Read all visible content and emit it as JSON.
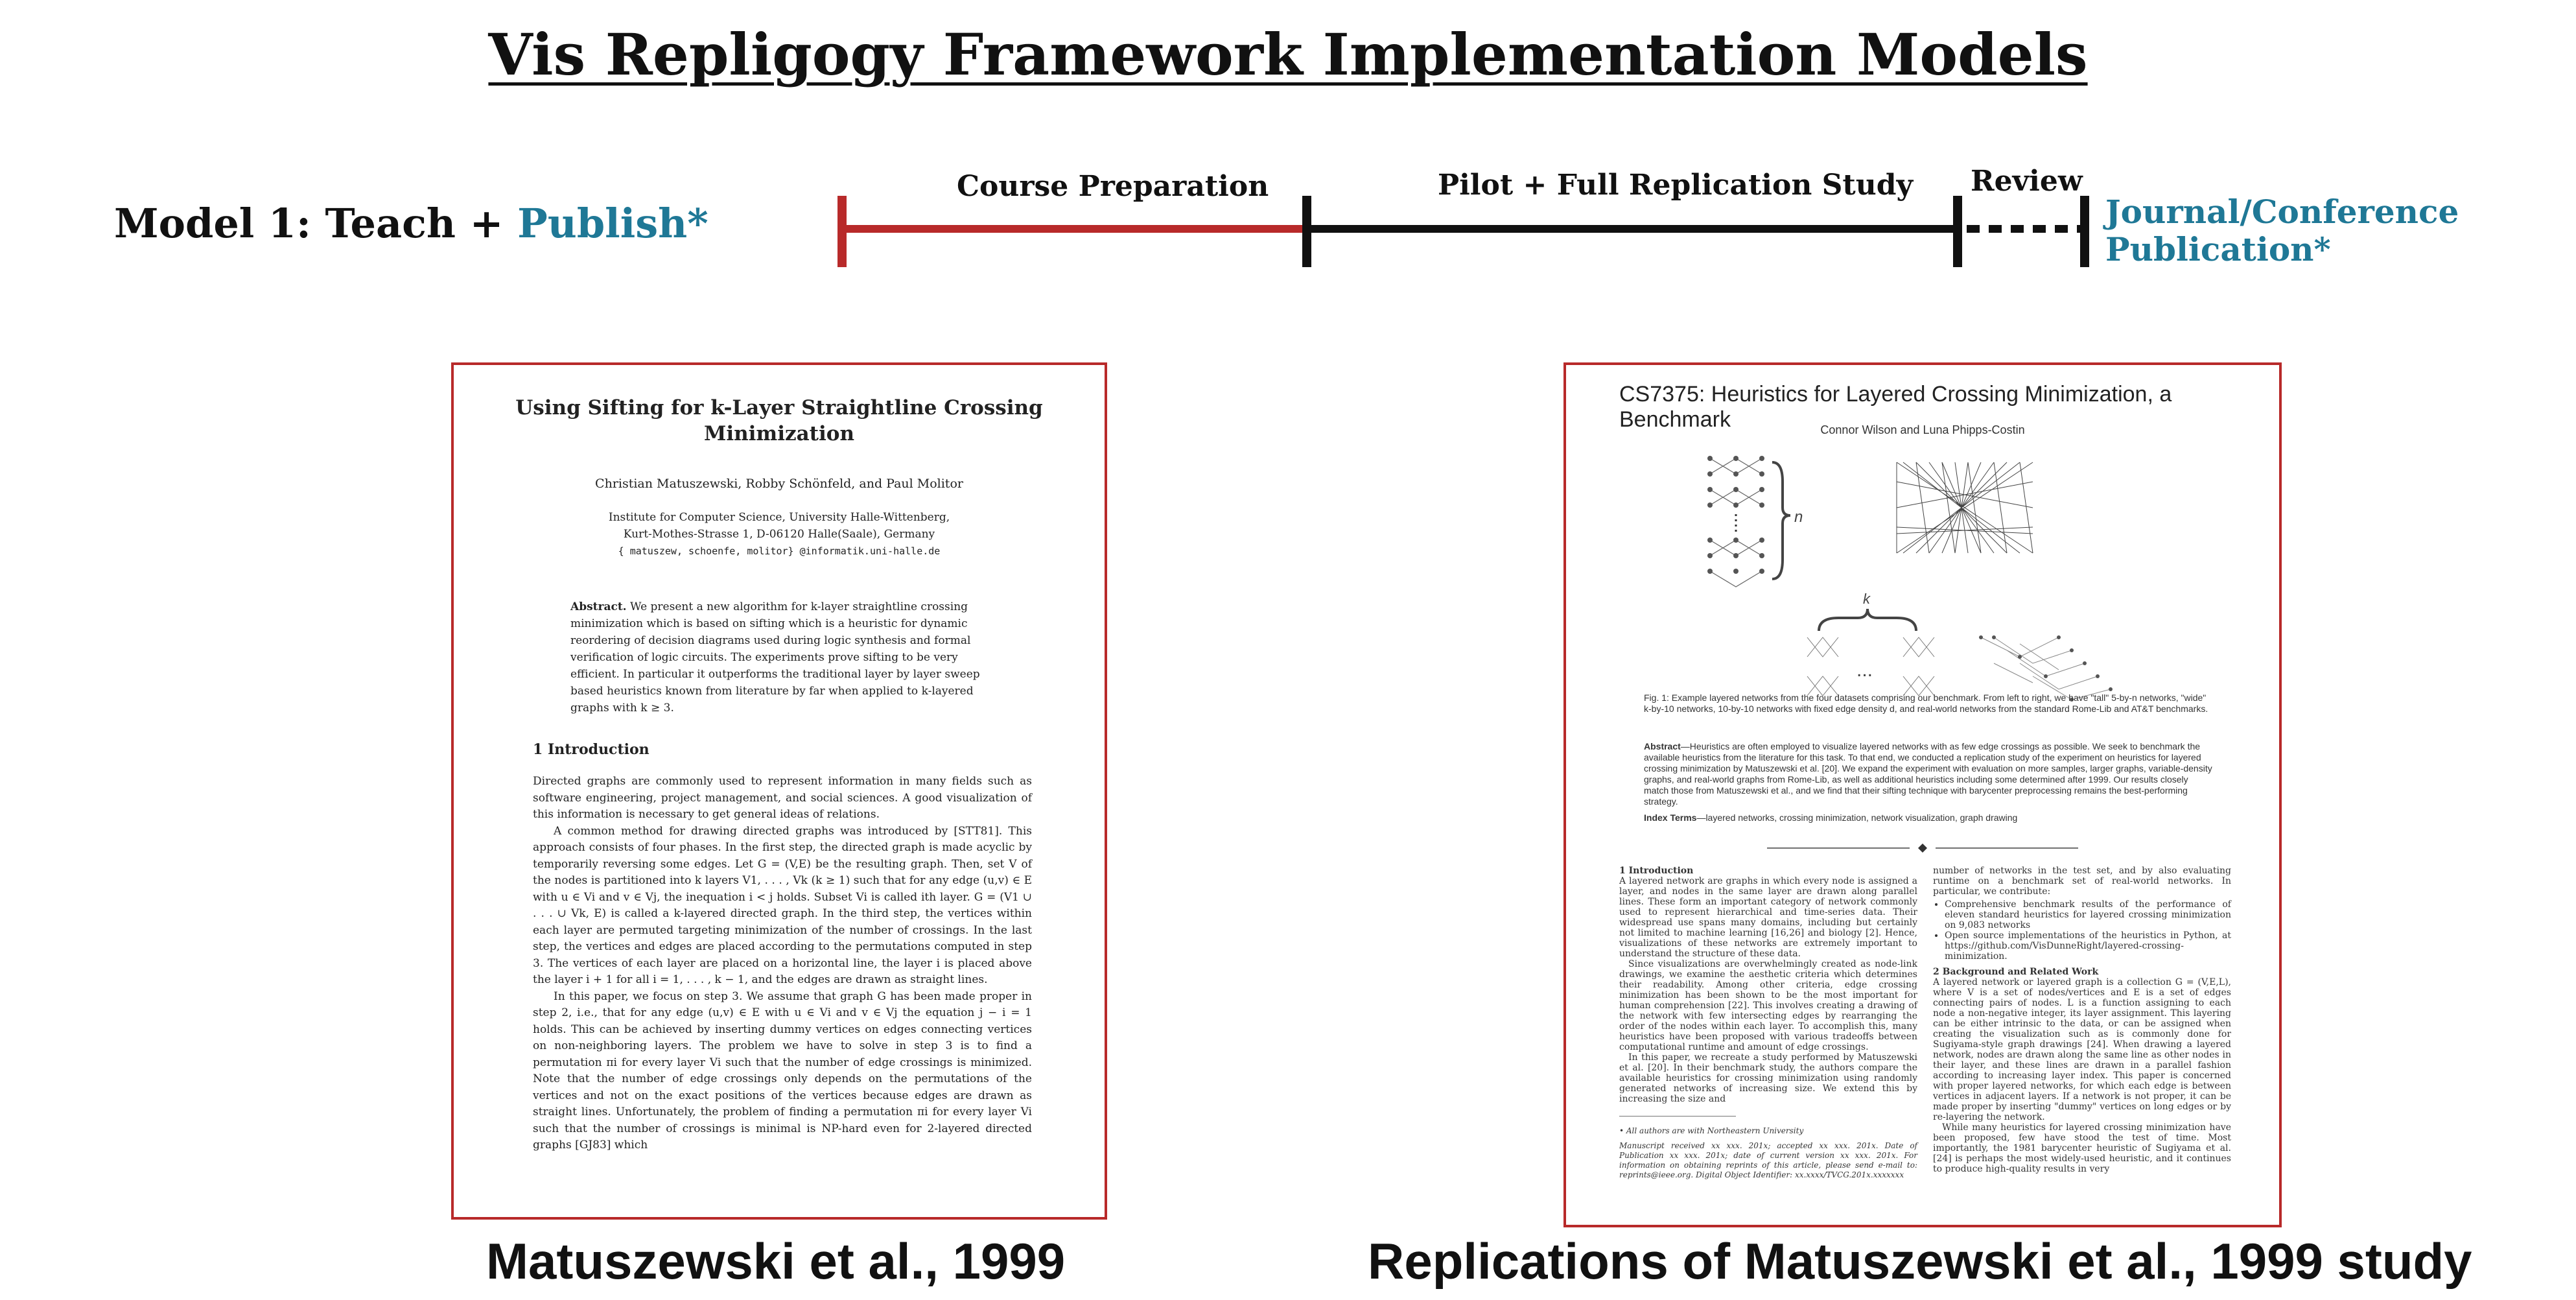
{
  "title": "Vis Repligogy Framework Implementation Models",
  "model": {
    "prefix": "Model 1: Teach + ",
    "highlight": "Publish*"
  },
  "timeline": {
    "stages": [
      "Course Preparation",
      "Pilot + Full Replication Study",
      "Review"
    ],
    "end_label_line1": "Journal/Conference",
    "end_label_line2": "Publication*"
  },
  "colors": {
    "accent": "#1f7896",
    "course_prep": "#b82a2a",
    "line": "#111111"
  },
  "doc1": {
    "title_line1": "Using Sifting for k-Layer Straightline Crossing",
    "title_line2": "Minimization",
    "authors": "Christian Matuszewski, Robby Schönfeld, and Paul Molitor",
    "inst1": "Institute for Computer Science, University Halle-Wittenberg,",
    "inst2": "Kurt-Mothes-Strasse 1, D-06120 Halle(Saale), Germany",
    "inst3": "{ matuszew, schoenfe, molitor} @informatik.uni-halle.de",
    "abstract_label": "Abstract.",
    "abstract": "We present a new algorithm for k-layer straightline crossing minimization which is based on sifting which is a heuristic for dynamic reordering of decision diagrams used during logic synthesis and formal verification of logic circuits. The experiments prove sifting to be very efficient. In particular it outperforms the traditional layer by layer sweep based heuristics known from literature by far when applied to k-layered graphs with k ≥ 3.",
    "section": "1   Introduction",
    "para1": "Directed graphs are commonly used to represent information in many fields such as software engineering, project management, and social sciences. A good visualization of this information is necessary to get general ideas of relations.",
    "para2": "A common method for drawing directed graphs was introduced by [STT81]. This approach consists of four phases. In the first step, the directed graph is made acyclic by temporarily reversing some edges. Let G = (V,E) be the resulting graph. Then, set V of the nodes is partitioned into k layers V1, . . . , Vk (k ≥ 1) such that for any edge (u,v) ∈ E with u ∈ Vi and v ∈ Vj, the inequation i < j holds. Subset Vi is called ith layer. G = (V1 ∪ . . . ∪ Vk, E) is called a k-layered directed graph. In the third step, the vertices within each layer are permuted targeting minimization of the number of crossings. In the last step, the vertices and edges are placed according to the permutations computed in step 3. The vertices of each layer are placed on a horizontal line, the layer i is placed above the layer i + 1 for all i = 1, . . . , k − 1, and the edges are drawn as straight lines.",
    "para3": "In this paper, we focus on step 3. We assume that graph G has been made proper in step 2, i.e., that for any edge (u,v) ∈ E with u ∈ Vi and v ∈ Vj the equation j − i = 1 holds. This can be achieved by inserting dummy vertices on edges connecting vertices on non-neighboring layers. The problem we have to solve in step 3 is to find a permutation πi for every layer Vi such that the number of edge crossings is minimized. Note that the number of edge crossings only depends on the permutations of the vertices and not on the exact positions of the vertices because edges are drawn as straight lines. Unfortunately, the problem of finding a permutation πi for every layer Vi such that the number of crossings is minimal is NP-hard even for 2-layered directed graphs [GJ83] which"
  },
  "doc2": {
    "title": "CS7375: Heuristics for Layered Crossing Minimization, a Benchmark",
    "authors": "Connor Wilson and Luna Phipps-Costin",
    "fig_n": "n",
    "fig_k": "k",
    "fig_dots": "...",
    "figcaption": "Fig. 1: Example layered networks from the four datasets comprising our benchmark. From left to right, we have \"tall\" 5-by-n networks, \"wide\" k-by-10 networks, 10-by-10 networks with fixed edge density d, and real-world networks from the standard Rome-Lib and AT&T benchmarks.",
    "abstract_label": "Abstract",
    "abstract": "—Heuristics are often employed to visualize layered networks with as few edge crossings as possible. We seek to benchmark the available heuristics from the literature for this task. To that end, we conducted a replication study of the experiment on heuristics for layered crossing minimization by Matuszewski et al. [20]. We expand the experiment with evaluation on more samples, larger graphs, variable-density graphs, and real-world graphs from Rome-Lib, as well as additional heuristics including some determined after 1999. Our results closely match those from Matuszewski et al., and we find that their sifting technique with barycenter preprocessing remains the best-performing strategy.",
    "index_label": "Index Terms",
    "index": "—layered networks, crossing minimization, network visualization, graph drawing",
    "sec1": "1   Introduction",
    "col1a": "A layered network are graphs in which every node is assigned a layer, and nodes in the same layer are drawn along parallel lines. These form an important category of network commonly used to represent hierarchical and time-series data. Their widespread use spans many domains, including but certainly not limited to machine learning [16,26] and biology [2]. Hence, visualizations of these networks are extremely important to understand the structure of these data.",
    "col1b": "Since visualizations are overwhelmingly created as node-link drawings, we examine the aesthetic criteria which determines their readability. Among other criteria, edge crossing minimization has been shown to be the most important for human comprehension [22]. This involves creating a drawing of the network with few intersecting edges by rearranging the order of the nodes within each layer. To accomplish this, many heuristics have been proposed with various tradeoffs between computational runtime and amount of edge crossings.",
    "col1c": "In this paper, we recreate a study performed by Matuszewski et al. [20]. In their benchmark study, the authors compare the available heuristics for crossing minimization using randomly generated networks of increasing size. We extend this by increasing the size and",
    "foot1": "• All authors are with Northeastern University",
    "foot2": "Manuscript received xx xxx. 201x; accepted xx xxx. 201x. Date of Publication xx xxx. 201x; date of current version xx xxx. 201x. For information on obtaining reprints of this article, please send e-mail to: reprints@ieee.org. Digital Object Identifier: xx.xxxx/TVCG.201x.xxxxxxx",
    "col2a": "number of networks in the test set, and by also evaluating runtime on a benchmark set of real-world networks. In particular, we contribute:",
    "bullet1": "Comprehensive benchmark results of the performance of eleven standard heuristics for layered crossing minimization on 9,083 networks",
    "bullet2": "Open source implementations of the heuristics in Python, at https://github.com/VisDunneRight/layered-crossing-minimization.",
    "sec2": "2   Background and Related Work",
    "col2b": "A layered network or layered graph is a collection G = (V,E,L), where V is a set of nodes/vertices and E is a set of edges connecting pairs of nodes. L is a function assigning to each node a non-negative integer, its layer assignment. This layering can be either intrinsic to the data, or can be assigned when creating the visualization such as is commonly done for Sugiyama-style graph drawings [24]. When drawing a layered network, nodes are drawn along the same line as other nodes in their layer, and these lines are drawn in a parallel fashion according to increasing layer index. This paper is concerned with proper layered networks, for which each edge is between vertices in adjacent layers. If a network is not proper, it can be made proper by inserting \"dummy\" vertices on long edges or by re-layering the network.",
    "col2c": "While many heuristics for layered crossing minimization have been proposed, few have stood the test of time. Most importantly, the 1981 barycenter heuristic of Sugiyama et al. [24] is perhaps the most widely-used heuristic, and it continues to produce high-quality results in very"
  },
  "captions": {
    "left": "Matuszewski et al., 1999",
    "right": "Replications of Matuszewski et al., 1999 study"
  }
}
